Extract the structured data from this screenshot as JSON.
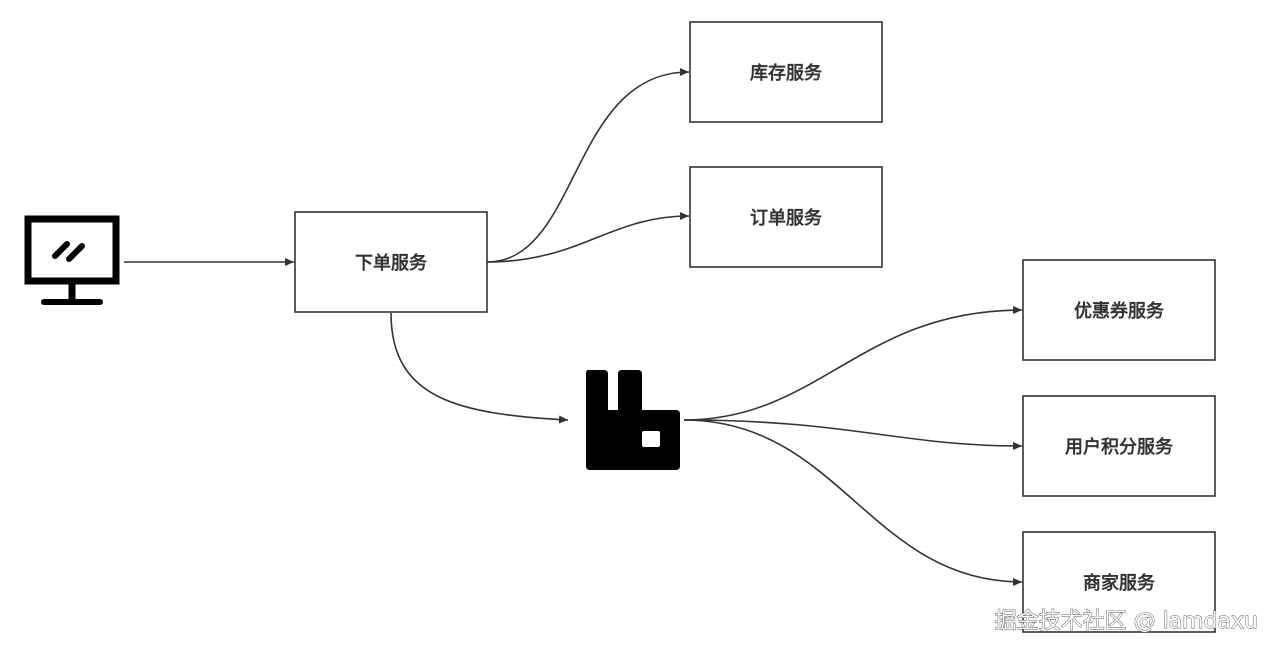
{
  "nodes": {
    "order": "下单服务",
    "inventory": "库存服务",
    "order_record": "订单服务",
    "coupon": "优惠券服务",
    "points": "用户积分服务",
    "merchant": "商家服务"
  },
  "icons": {
    "client": "monitor-icon",
    "broker": "rabbitmq-icon"
  },
  "colors": {
    "stroke": "#333333",
    "icon": "#000000",
    "background": "#ffffff"
  },
  "watermark": "掘金技术社区 @ lamdaxu"
}
